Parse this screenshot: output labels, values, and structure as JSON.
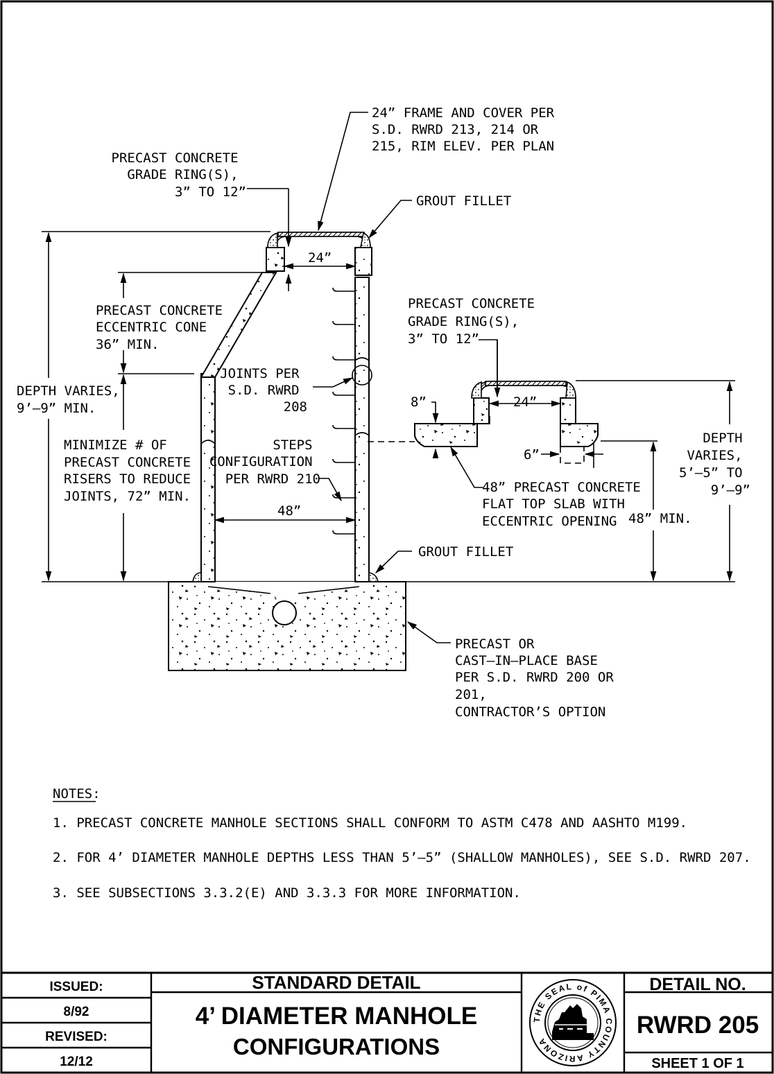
{
  "labels": {
    "frame_cover": [
      "24” FRAME AND COVER PER",
      "S.D. RWRD 213, 214 OR",
      "215, RIM ELEV. PER PLAN"
    ],
    "grade_ring_left": [
      "PRECAST CONCRETE",
      "GRADE RING(S),",
      "3” TO 12”"
    ],
    "grout_fillet_top": "GROUT FILLET",
    "dim_24_left": "24”",
    "eccentric_cone": [
      "PRECAST CONCRETE",
      "ECCENTRIC CONE",
      "36” MIN."
    ],
    "joints": [
      "JOINTS PER",
      "S.D. RWRD",
      "208"
    ],
    "depth_left": [
      "DEPTH VARIES,",
      "9’–9” MIN."
    ],
    "minimize_risers": [
      "MINIMIZE # OF",
      "PRECAST CONCRETE",
      "RISERS TO REDUCE",
      "JOINTS, 72” MIN."
    ],
    "steps": [
      "STEPS",
      "CONFIGURATION",
      "PER RWRD 210"
    ],
    "dim_48": "48”",
    "grout_fillet_bottom": "GROUT FILLET",
    "base": [
      "PRECAST OR",
      "CAST–IN–PLACE BASE",
      "PER S.D. RWRD 200 OR",
      "201,",
      "CONTRACTOR’S OPTION"
    ],
    "grade_ring_right": [
      "PRECAST CONCRETE",
      "GRADE RING(S),",
      "3” TO 12”"
    ],
    "dim_8": "8”",
    "dim_24_right": "24”",
    "dim_6": "6”",
    "flat_top_slab": [
      "48” PRECAST CONCRETE",
      "FLAT TOP SLAB WITH",
      "ECCENTRIC OPENING"
    ],
    "min_48": "48” MIN.",
    "depth_right": [
      "DEPTH",
      "VARIES,",
      "5’–5” TO",
      "9’–9”"
    ]
  },
  "notes": {
    "heading": "NOTES:",
    "items": [
      "1.  PRECAST CONCRETE MANHOLE SECTIONS SHALL CONFORM TO ASTM C478 AND AASHTO M199.",
      "2.  FOR 4’ DIAMETER MANHOLE DEPTHS LESS THAN 5’–5” (SHALLOW MANHOLES), SEE S.D. RWRD 207.",
      "3.  SEE SUBSECTIONS 3.3.2(E) AND 3.3.3 FOR MORE INFORMATION."
    ]
  },
  "title_block": {
    "issued_label": "ISSUED:",
    "issued_date": "8/92",
    "revised_label": "REVISED:",
    "revised_date": "12/12",
    "header": "STANDARD DETAIL",
    "title_line1": "4’ DIAMETER MANHOLE",
    "title_line2": "CONFIGURATIONS",
    "seal_text": "THE SEAL of PIMA COUNTY ARIZONA",
    "detail_label": "DETAIL NO.",
    "detail_number": "RWRD 205",
    "sheet": "SHEET 1 OF 1"
  }
}
